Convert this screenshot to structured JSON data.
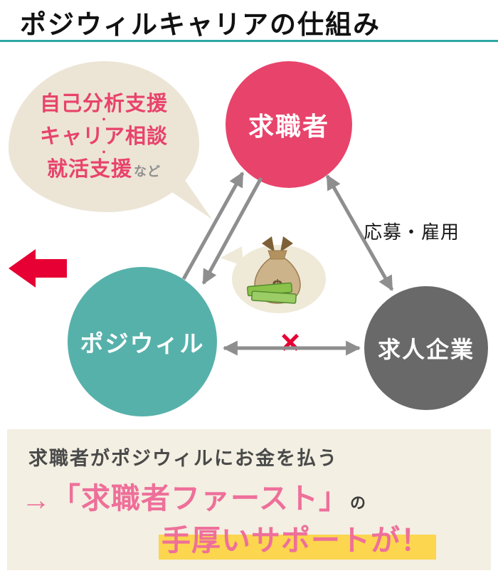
{
  "title": "ポジウィルキャリアの仕組み",
  "bubble": {
    "line1": "自己分析支援",
    "dot": "・",
    "line2": "キャリア相談",
    "line3": "就活支援",
    "suffix": "など"
  },
  "nodes": {
    "job_seeker": "求職者",
    "posiwill": "ポジウィル",
    "company": "求人企業"
  },
  "labels": {
    "apply_employ": "応募・雇用",
    "cross": "×"
  },
  "bottom": {
    "line1": "求職者がポジウィルにお金を払う",
    "arrow": "→",
    "quote": "「求職者ファースト」",
    "particle": "の",
    "highlight": "手厚いサポートが！"
  },
  "icons": {
    "money_bag": "money-bag-icon",
    "red_left_arrow": "left-arrow-icon"
  },
  "colors": {
    "pink_circle": "#e8436b",
    "teal_circle": "#57b1ab",
    "gray_circle": "#696969",
    "bubble_bg": "#ece5d6",
    "arrow_gray": "#8e8e8e",
    "red_accent": "#e60033",
    "bottom_bg": "#f3efe2",
    "bottom_pink": "#ee6f9a",
    "highlight_yellow": "#fbd64e",
    "title_underline": "#2da7a5"
  }
}
